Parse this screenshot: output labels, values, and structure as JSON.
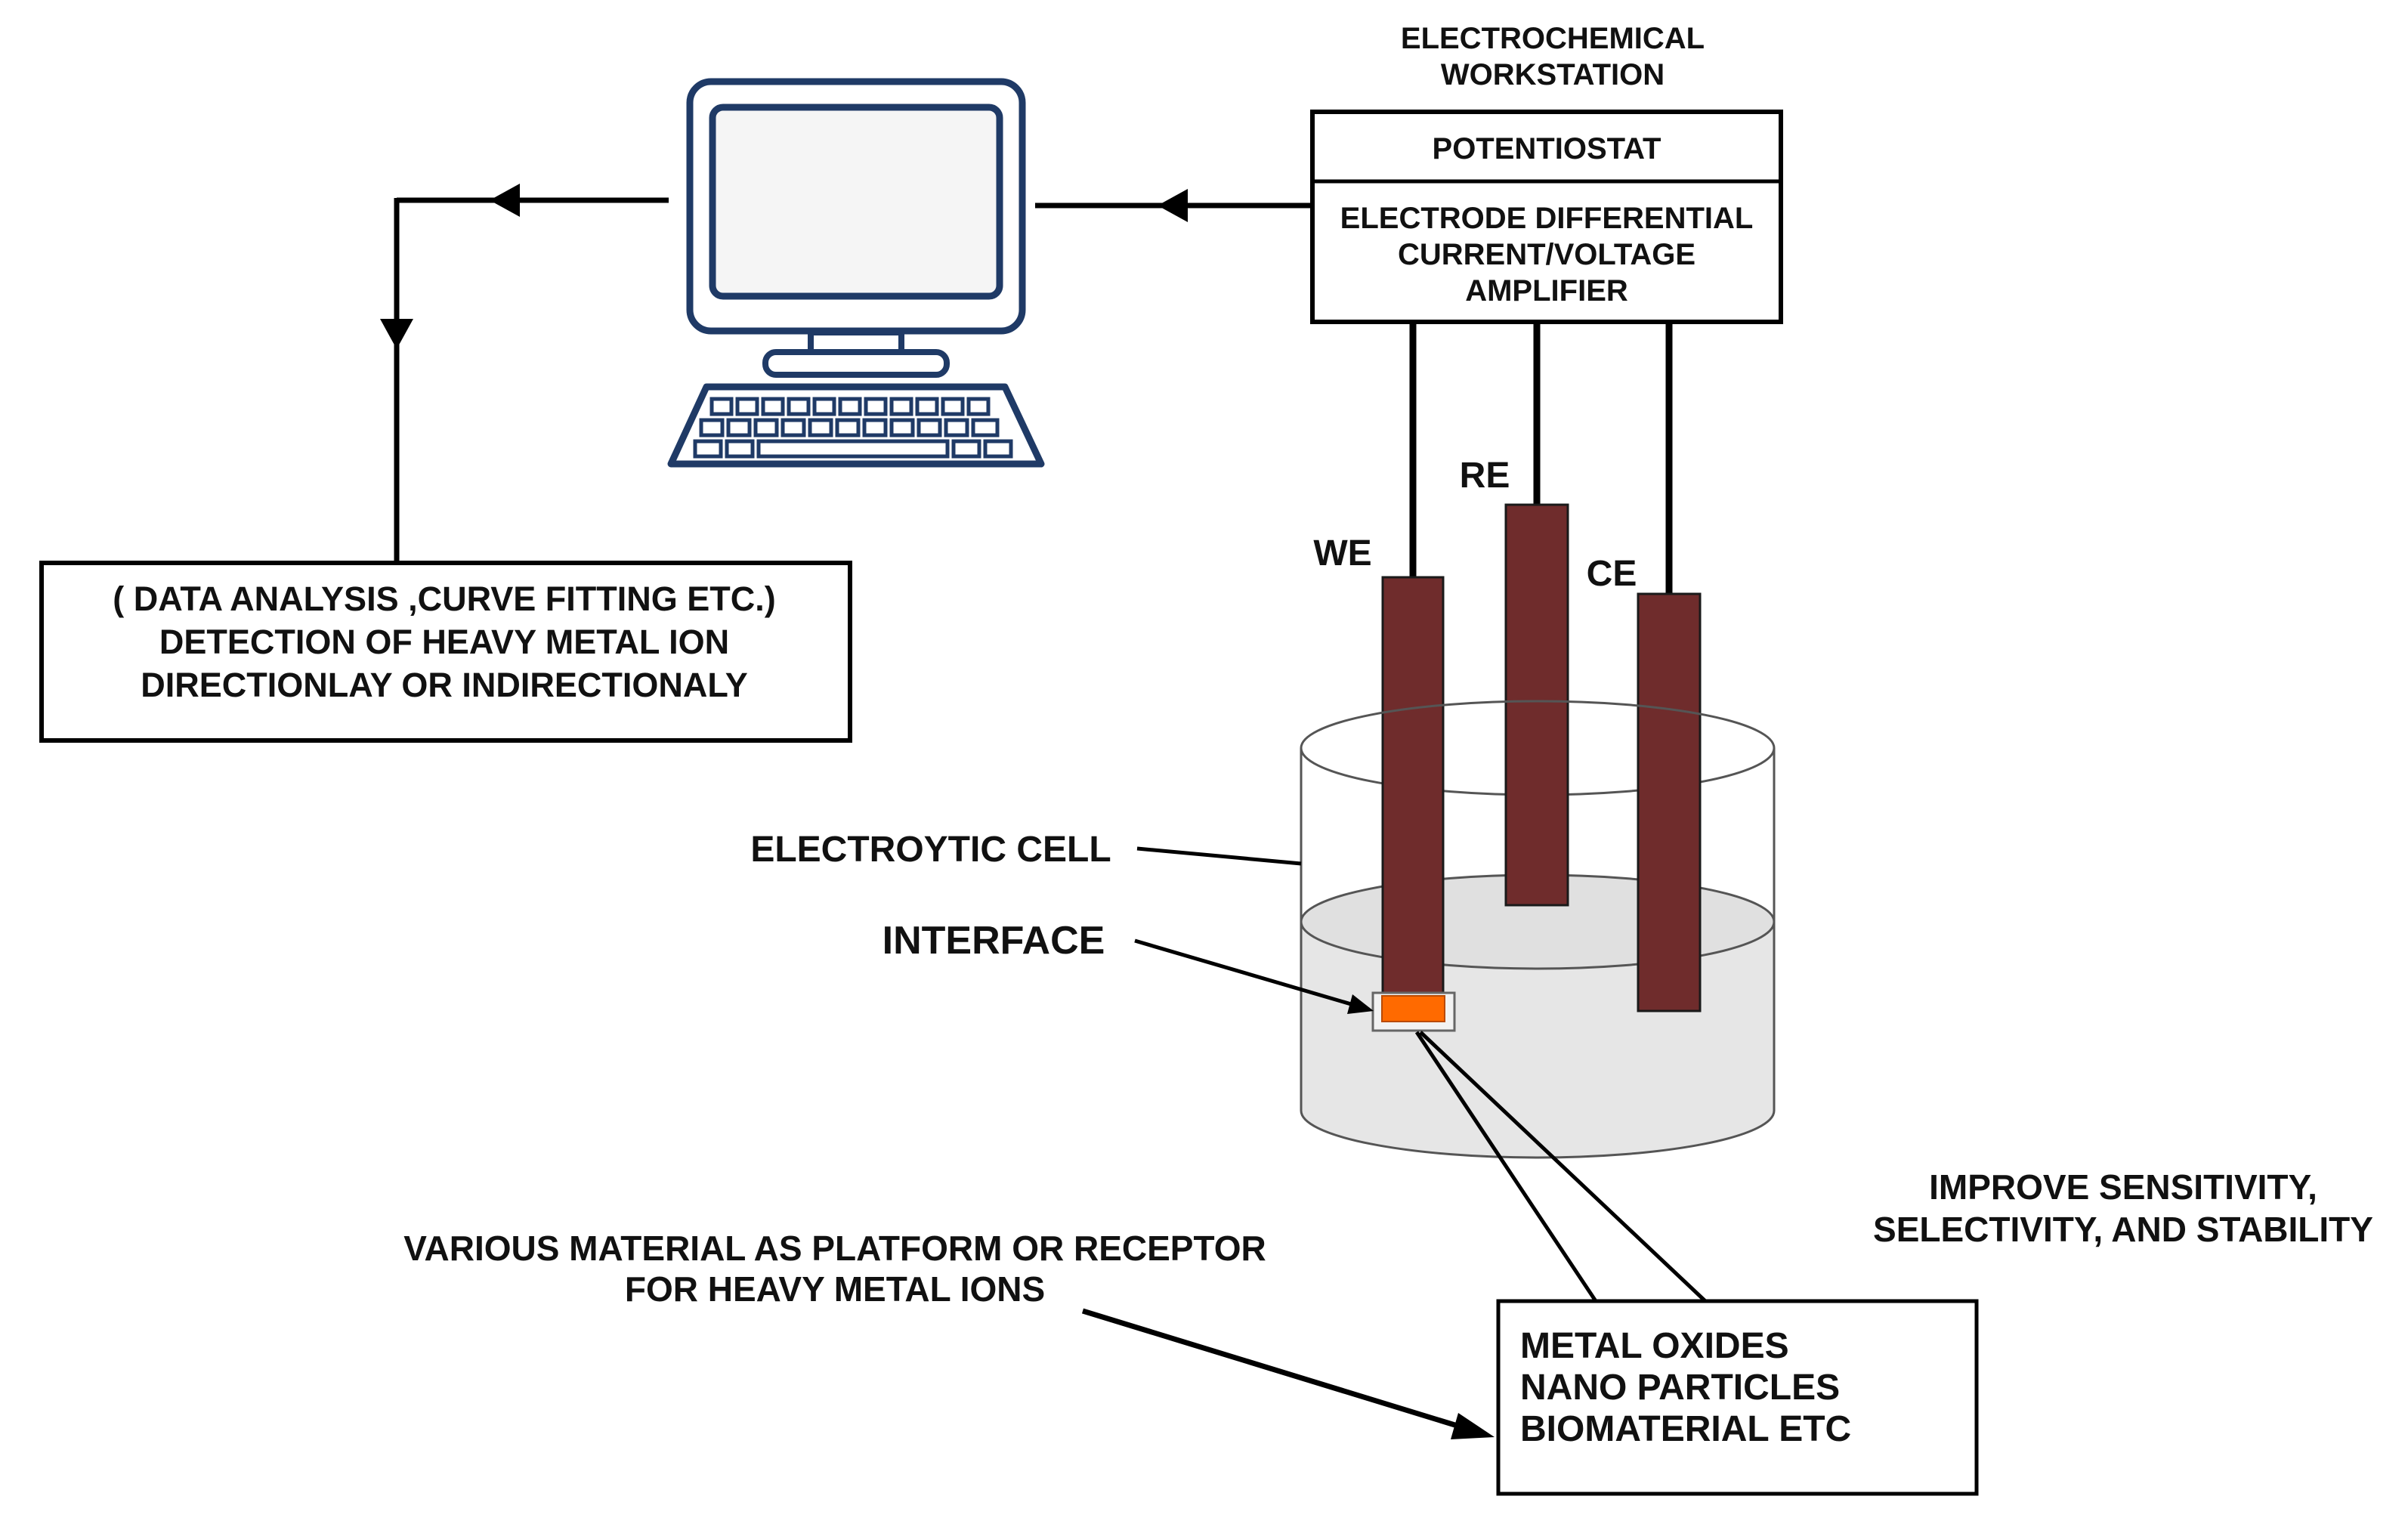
{
  "workstation": {
    "title_line1": "ELECTROCHEMICAL",
    "title_line2": "WORKSTATION",
    "potentiostat": "POTENTIOSTAT",
    "amplifier_line1": "ELECTRODE DIFFERENTIAL",
    "amplifier_line2": "CURRENT/VOLTAGE",
    "amplifier_line3": "AMPLIFIER"
  },
  "electrodes": {
    "we": "WE",
    "re": "RE",
    "ce": "CE"
  },
  "analysis_box": {
    "line1": "( DATA ANALYSIS ,CURVE FITTING ETC.)",
    "line2": "DETECTION OF HEAVY METAL ION",
    "line3": "DIRECTIONLAY OR INDIRECTIONALY"
  },
  "cell": {
    "electrolytic_cell": "ELECTROYTIC CELL",
    "interface": "INTERFACE"
  },
  "materials_note": {
    "line1": "VARIOUS MATERIAL AS PLATFORM OR RECEPTOR",
    "line2": "FOR HEAVY METAL IONS"
  },
  "improve_note": {
    "line1": "IMPROVE SENSITIVITY,",
    "line2": "SELECTIVITY, AND STABILITY"
  },
  "materials_box": {
    "line1": "METAL OXIDES",
    "line2": "NANO PARTICLES",
    "line3": "BIOMATERIAL ETC"
  },
  "colors": {
    "electrode": "#6f2c2c",
    "interface_layer": "#ff6a00",
    "computer_outline": "#1f3a66",
    "electrolyte": "#e6e6e6"
  },
  "icons": [
    "computer-icon",
    "keyboard-icon"
  ]
}
